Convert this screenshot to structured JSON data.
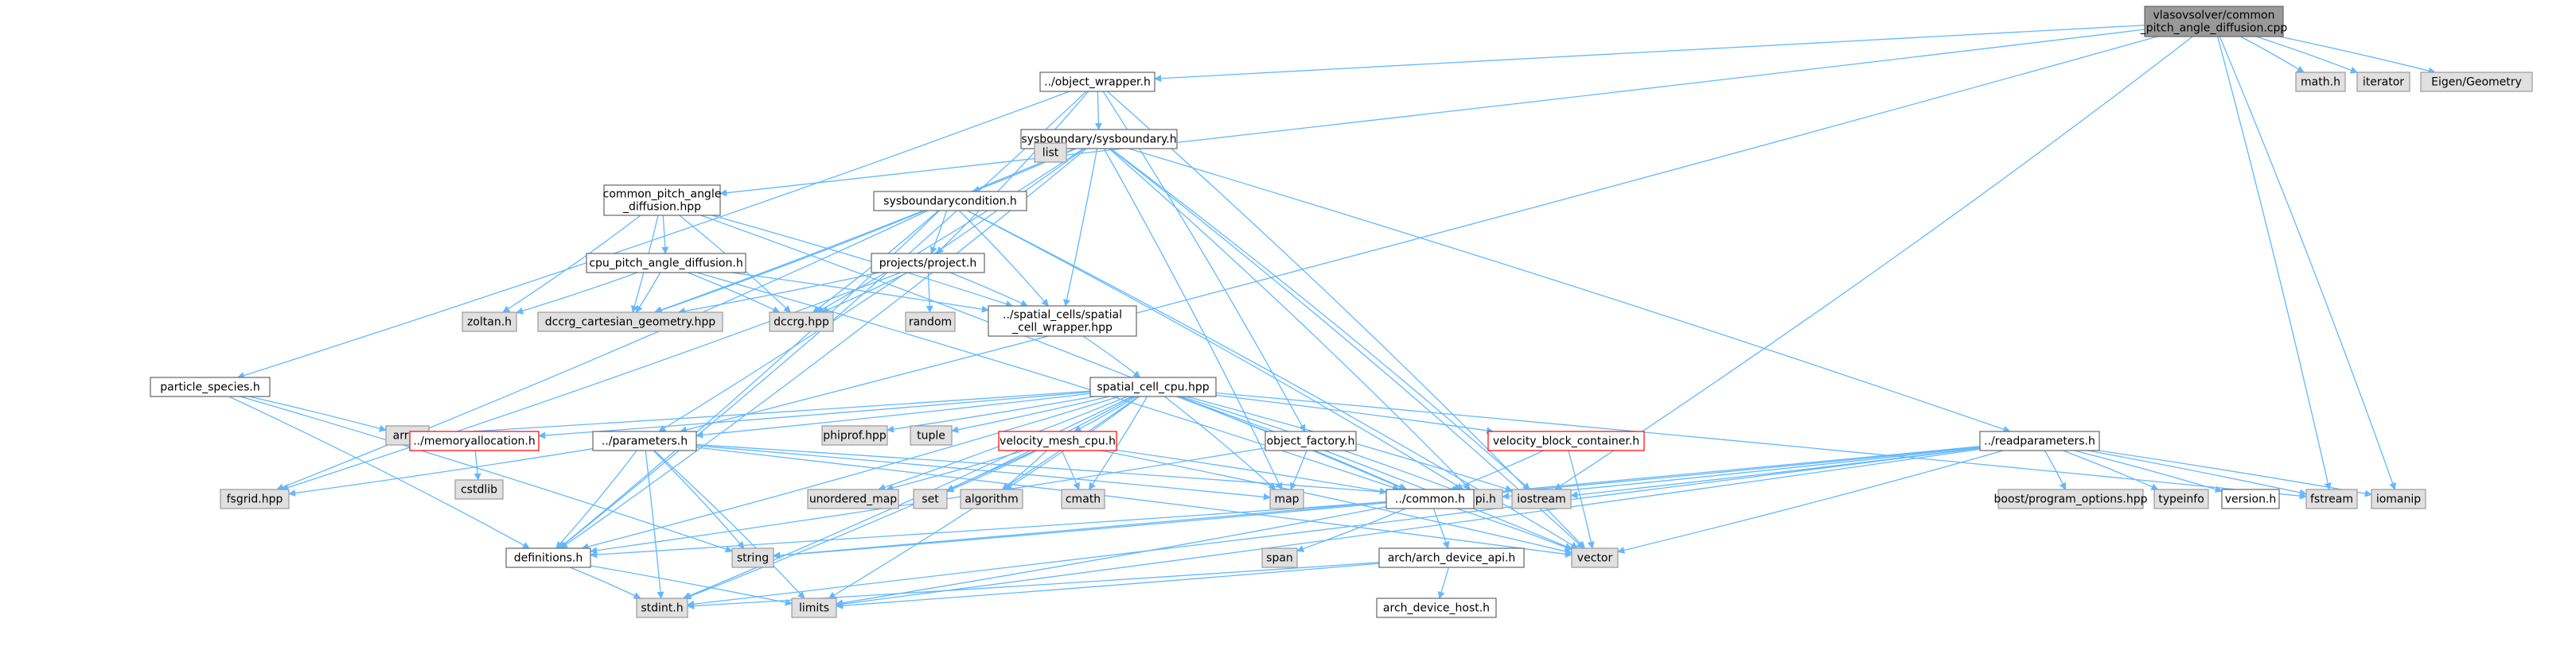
{
  "colors": {
    "edge": "#63b8ff",
    "root_fill": "#999999",
    "root_stroke": "#666666",
    "file_fill": "#ffffff",
    "file_stroke": "#666666",
    "missing_fill": "#e0e0e0",
    "missing_stroke": "#999999",
    "truncated_fill": "#ffffff",
    "truncated_stroke": "#ff0000"
  },
  "nodes": [
    {
      "id": "root",
      "kind": "root",
      "lines": [
        "vlasovsolver/common",
        "_pitch_angle_diffusion.cpp"
      ]
    },
    {
      "id": "objwrap",
      "kind": "file",
      "lines": [
        "../object_wrapper.h"
      ]
    },
    {
      "id": "mathh",
      "kind": "missing",
      "lines": [
        "math.h"
      ]
    },
    {
      "id": "iterator",
      "kind": "missing",
      "lines": [
        "iterator"
      ]
    },
    {
      "id": "eigen",
      "kind": "missing",
      "lines": [
        "Eigen/Geometry"
      ]
    },
    {
      "id": "sysboundary",
      "kind": "file",
      "lines": [
        "sysboundary/sysboundary.h"
      ]
    },
    {
      "id": "cpad",
      "kind": "file",
      "lines": [
        "common_pitch_angle",
        "_diffusion.hpp"
      ]
    },
    {
      "id": "sbc",
      "kind": "file",
      "lines": [
        "sysboundarycondition.h"
      ]
    },
    {
      "id": "list",
      "kind": "missing",
      "lines": [
        "list"
      ]
    },
    {
      "id": "cpu_pad",
      "kind": "file",
      "lines": [
        "cpu_pitch_angle_diffusion.h"
      ]
    },
    {
      "id": "projects",
      "kind": "file",
      "lines": [
        "projects/project.h"
      ]
    },
    {
      "id": "zoltan",
      "kind": "missing",
      "lines": [
        "zoltan.h"
      ]
    },
    {
      "id": "dccrgcart",
      "kind": "missing",
      "lines": [
        "dccrg_cartesian_geometry.hpp"
      ]
    },
    {
      "id": "dccrg",
      "kind": "missing",
      "lines": [
        "dccrg.hpp"
      ]
    },
    {
      "id": "random",
      "kind": "missing",
      "lines": [
        "random"
      ]
    },
    {
      "id": "scwrap",
      "kind": "file",
      "lines": [
        "../spatial_cells/spatial",
        "_cell_wrapper.hpp"
      ]
    },
    {
      "id": "particle",
      "kind": "file",
      "lines": [
        "particle_species.h"
      ]
    },
    {
      "id": "spatialcpu",
      "kind": "file",
      "lines": [
        "spatial_cell_cpu.hpp"
      ]
    },
    {
      "id": "array",
      "kind": "missing",
      "lines": [
        "array"
      ]
    },
    {
      "id": "memalloc",
      "kind": "truncated",
      "lines": [
        "../memoryallocation.h"
      ]
    },
    {
      "id": "params",
      "kind": "file",
      "lines": [
        "../parameters.h"
      ]
    },
    {
      "id": "phiprof",
      "kind": "missing",
      "lines": [
        "phiprof.hpp"
      ]
    },
    {
      "id": "tuple",
      "kind": "missing",
      "lines": [
        "tuple"
      ]
    },
    {
      "id": "velmesh",
      "kind": "truncated",
      "lines": [
        "velocity_mesh_cpu.h"
      ]
    },
    {
      "id": "objfactory",
      "kind": "file",
      "lines": [
        "object_factory.h"
      ]
    },
    {
      "id": "velblock",
      "kind": "truncated",
      "lines": [
        "velocity_block_container.h"
      ]
    },
    {
      "id": "readparams",
      "kind": "file",
      "lines": [
        "../readparameters.h"
      ]
    },
    {
      "id": "cstdlib",
      "kind": "missing",
      "lines": [
        "cstdlib"
      ]
    },
    {
      "id": "fsgrid",
      "kind": "missing",
      "lines": [
        "fsgrid.hpp"
      ]
    },
    {
      "id": "unordered",
      "kind": "missing",
      "lines": [
        "unordered_map"
      ]
    },
    {
      "id": "set",
      "kind": "missing",
      "lines": [
        "set"
      ]
    },
    {
      "id": "algorithm",
      "kind": "missing",
      "lines": [
        "algorithm"
      ]
    },
    {
      "id": "cmath",
      "kind": "missing",
      "lines": [
        "cmath"
      ]
    },
    {
      "id": "map",
      "kind": "missing",
      "lines": [
        "map"
      ]
    },
    {
      "id": "mpih",
      "kind": "missing",
      "lines": [
        "mpi.h"
      ]
    },
    {
      "id": "iostream",
      "kind": "missing",
      "lines": [
        "iostream"
      ]
    },
    {
      "id": "boostpo",
      "kind": "missing",
      "lines": [
        "boost/program_options.hpp"
      ]
    },
    {
      "id": "typeinfo",
      "kind": "missing",
      "lines": [
        "typeinfo"
      ]
    },
    {
      "id": "versionh",
      "kind": "file",
      "lines": [
        "version.h"
      ]
    },
    {
      "id": "fstream",
      "kind": "missing",
      "lines": [
        "fstream"
      ]
    },
    {
      "id": "iomanip",
      "kind": "missing",
      "lines": [
        "iomanip"
      ]
    },
    {
      "id": "common",
      "kind": "file",
      "lines": [
        "../common.h"
      ]
    },
    {
      "id": "definitions",
      "kind": "file",
      "lines": [
        "definitions.h"
      ]
    },
    {
      "id": "string",
      "kind": "missing",
      "lines": [
        "string"
      ]
    },
    {
      "id": "span",
      "kind": "missing",
      "lines": [
        "span"
      ]
    },
    {
      "id": "archapi",
      "kind": "file",
      "lines": [
        "arch/arch_device_api.h"
      ]
    },
    {
      "id": "vector",
      "kind": "missing",
      "lines": [
        "vector"
      ]
    },
    {
      "id": "stdint",
      "kind": "missing",
      "lines": [
        "stdint.h"
      ]
    },
    {
      "id": "limits",
      "kind": "missing",
      "lines": [
        "limits"
      ]
    },
    {
      "id": "archhost",
      "kind": "file",
      "lines": [
        "arch_device_host.h"
      ]
    }
  ],
  "edges": [
    [
      "root",
      "objwrap"
    ],
    [
      "root",
      "mathh"
    ],
    [
      "root",
      "iterator"
    ],
    [
      "root",
      "eigen"
    ],
    [
      "root",
      "cpad"
    ],
    [
      "root",
      "params"
    ],
    [
      "root",
      "iostream"
    ],
    [
      "root",
      "fstream"
    ],
    [
      "root",
      "iomanip"
    ],
    [
      "objwrap",
      "sysboundary"
    ],
    [
      "objwrap",
      "particle"
    ],
    [
      "objwrap",
      "projects"
    ],
    [
      "objwrap",
      "objfactory"
    ],
    [
      "objwrap",
      "definitions"
    ],
    [
      "objwrap",
      "vector"
    ],
    [
      "sysboundary",
      "list"
    ],
    [
      "sysboundary",
      "sbc"
    ],
    [
      "sysboundary",
      "dccrg"
    ],
    [
      "sysboundary",
      "dccrgcart"
    ],
    [
      "sysboundary",
      "scwrap"
    ],
    [
      "sysboundary",
      "map"
    ],
    [
      "sysboundary",
      "mpih"
    ],
    [
      "sysboundary",
      "iostream"
    ],
    [
      "sysboundary",
      "readparams"
    ],
    [
      "sysboundary",
      "params"
    ],
    [
      "sysboundary",
      "definitions"
    ],
    [
      "sysboundary",
      "vector"
    ],
    [
      "cpad",
      "cpu_pad"
    ],
    [
      "cpad",
      "zoltan"
    ],
    [
      "cpad",
      "dccrgcart"
    ],
    [
      "cpad",
      "dccrg"
    ],
    [
      "cpad",
      "scwrap"
    ],
    [
      "cpad",
      "common"
    ],
    [
      "sbc",
      "projects"
    ],
    [
      "sbc",
      "dccrg"
    ],
    [
      "sbc",
      "dccrgcart"
    ],
    [
      "sbc",
      "scwrap"
    ],
    [
      "sbc",
      "fsgrid"
    ],
    [
      "sbc",
      "definitions"
    ],
    [
      "sbc",
      "mpih"
    ],
    [
      "sbc",
      "vector"
    ],
    [
      "cpu_pad",
      "zoltan"
    ],
    [
      "cpu_pad",
      "dccrgcart"
    ],
    [
      "cpu_pad",
      "dccrg"
    ],
    [
      "cpu_pad",
      "scwrap"
    ],
    [
      "cpu_pad",
      "common"
    ],
    [
      "projects",
      "dccrg"
    ],
    [
      "projects",
      "dccrgcart"
    ],
    [
      "projects",
      "random"
    ],
    [
      "projects",
      "scwrap"
    ],
    [
      "projects",
      "fsgrid"
    ],
    [
      "scwrap",
      "spatialcpu"
    ],
    [
      "particle",
      "array"
    ],
    [
      "particle",
      "definitions"
    ],
    [
      "particle",
      "string"
    ],
    [
      "spatialcpu",
      "array"
    ],
    [
      "spatialcpu",
      "memalloc"
    ],
    [
      "spatialcpu",
      "params"
    ],
    [
      "spatialcpu",
      "phiprof"
    ],
    [
      "spatialcpu",
      "tuple"
    ],
    [
      "spatialcpu",
      "velmesh"
    ],
    [
      "spatialcpu",
      "velblock"
    ],
    [
      "spatialcpu",
      "common"
    ],
    [
      "spatialcpu",
      "definitions"
    ],
    [
      "spatialcpu",
      "unordered"
    ],
    [
      "spatialcpu",
      "set"
    ],
    [
      "spatialcpu",
      "algorithm"
    ],
    [
      "spatialcpu",
      "cmath"
    ],
    [
      "spatialcpu",
      "map"
    ],
    [
      "spatialcpu",
      "mpih"
    ],
    [
      "spatialcpu",
      "iostream"
    ],
    [
      "spatialcpu",
      "fstream"
    ],
    [
      "spatialcpu",
      "vector"
    ],
    [
      "spatialcpu",
      "limits"
    ],
    [
      "spatialcpu",
      "stdint"
    ],
    [
      "memalloc",
      "cstdlib"
    ],
    [
      "params",
      "fsgrid"
    ],
    [
      "params",
      "definitions"
    ],
    [
      "params",
      "string"
    ],
    [
      "params",
      "map"
    ],
    [
      "params",
      "mpih"
    ],
    [
      "params",
      "vector"
    ],
    [
      "params",
      "limits"
    ],
    [
      "params",
      "stdint"
    ],
    [
      "velmesh",
      "unordered"
    ],
    [
      "velmesh",
      "set"
    ],
    [
      "velmesh",
      "algorithm"
    ],
    [
      "velmesh",
      "cmath"
    ],
    [
      "velmesh",
      "vector"
    ],
    [
      "velmesh",
      "common"
    ],
    [
      "velmesh",
      "stdint"
    ],
    [
      "objfactory",
      "map"
    ],
    [
      "objfactory",
      "definitions"
    ],
    [
      "velblock",
      "common"
    ],
    [
      "velblock",
      "vector"
    ],
    [
      "readparams",
      "mpih"
    ],
    [
      "readparams",
      "iostream"
    ],
    [
      "readparams",
      "boostpo"
    ],
    [
      "readparams",
      "typeinfo"
    ],
    [
      "readparams",
      "versionh"
    ],
    [
      "readparams",
      "fstream"
    ],
    [
      "readparams",
      "iomanip"
    ],
    [
      "readparams",
      "common"
    ],
    [
      "readparams",
      "string"
    ],
    [
      "readparams",
      "vector"
    ],
    [
      "readparams",
      "limits"
    ],
    [
      "readparams",
      "stdint"
    ],
    [
      "common",
      "definitions"
    ],
    [
      "common",
      "string"
    ],
    [
      "common",
      "span"
    ],
    [
      "common",
      "archapi"
    ],
    [
      "common",
      "vector"
    ],
    [
      "common",
      "limits"
    ],
    [
      "definitions",
      "stdint"
    ],
    [
      "definitions",
      "limits"
    ],
    [
      "archapi",
      "archhost"
    ],
    [
      "archapi",
      "stdint"
    ],
    [
      "archapi",
      "limits"
    ]
  ]
}
